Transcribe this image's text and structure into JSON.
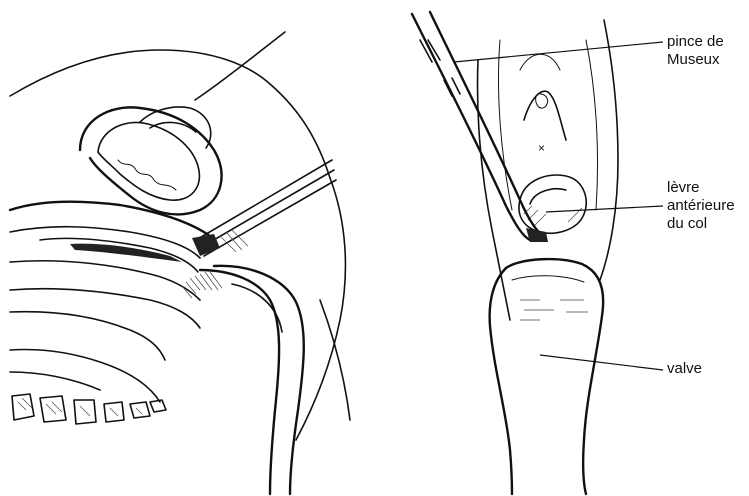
{
  "labels": {
    "forceps": [
      "pince de",
      "Museux"
    ],
    "anterior_lip": [
      "lèvre",
      "antérieure",
      "du col"
    ],
    "speculum_blade": [
      "valve"
    ]
  }
}
